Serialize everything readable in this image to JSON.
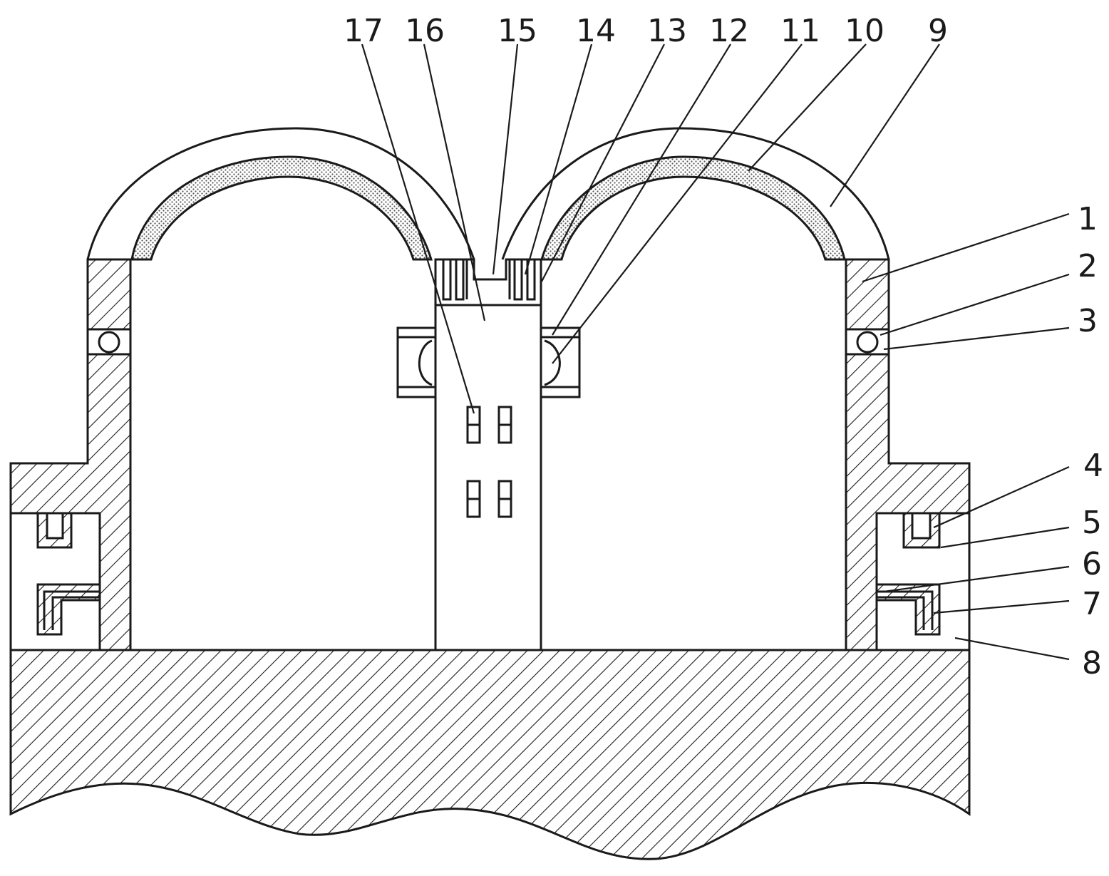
{
  "callouts": {
    "n1": "1",
    "n2": "2",
    "n3": "3",
    "n4": "4",
    "n5": "5",
    "n6": "6",
    "n7": "7",
    "n8": "8",
    "n9": "9",
    "n10": "10",
    "n11": "11",
    "n12": "12",
    "n13": "13",
    "n14": "14",
    "n15": "15",
    "n16": "16",
    "n17": "17"
  }
}
